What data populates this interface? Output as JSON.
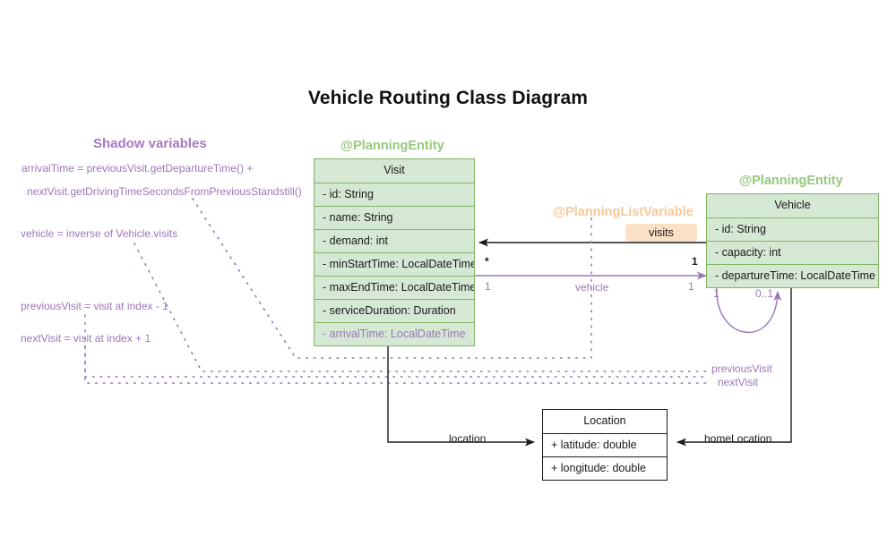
{
  "title": "Vehicle Routing Class Diagram",
  "colors": {
    "class_fill": "#d5e8d4",
    "class_border": "#82b366",
    "stereotype_green": "#97c87e",
    "stereotype_peach": "#f5c99a",
    "shadow_purple": "#9a77b8",
    "badge_fill": "#fae0c4",
    "edge_black": "#1a1a1a"
  },
  "stereotypes": {
    "visit": "@PlanningEntity",
    "vehicle": "@PlanningEntity",
    "list_variable": "@PlanningListVariable"
  },
  "classes": {
    "visit": {
      "name": "Visit",
      "attributes": [
        {
          "text": "- id: String",
          "shadow": false
        },
        {
          "text": "- name: String",
          "shadow": false
        },
        {
          "text": "- demand: int",
          "shadow": false
        },
        {
          "text": "- minStartTime: LocalDateTime",
          "shadow": false
        },
        {
          "text": "- maxEndTime: LocalDateTime",
          "shadow": false
        },
        {
          "text": "- serviceDuration: Duration",
          "shadow": false
        },
        {
          "text": "- arrivalTime: LocalDateTime",
          "shadow": true
        }
      ]
    },
    "vehicle": {
      "name": "Vehicle",
      "attributes": [
        {
          "text": "- id: String",
          "shadow": false
        },
        {
          "text": "- capacity: int",
          "shadow": false
        },
        {
          "text": "- departureTime: LocalDateTime",
          "shadow": false
        }
      ]
    },
    "location": {
      "name": "Location",
      "attributes": [
        {
          "text": "+ latitude: double",
          "shadow": false
        },
        {
          "text": "+ longitude: double",
          "shadow": false
        }
      ]
    }
  },
  "associations": {
    "visits_label": "visits",
    "visits_mult_source": "*",
    "visits_mult_target": "1",
    "vehicle_label": "vehicle",
    "vehicle_mult_source": "1",
    "vehicle_mult_target": "1",
    "previous_visit_label": "previousVisit",
    "next_visit_label": "nextVisit",
    "self_mult_left": "1",
    "self_mult_right": "0..1",
    "location_label": "location",
    "home_location_label": "homeLocation"
  },
  "shadow_panel": {
    "heading": "Shadow variables",
    "notes": [
      "arrivalTime = previousVisit.getDepartureTime() +",
      "nextVisit.getDrivingTimeSecondsFromPreviousStandstill()",
      "vehicle = inverse of Vehicle.visits",
      "previousVisit = visit at index - 1",
      "nextVisit = visit at index + 1"
    ]
  }
}
